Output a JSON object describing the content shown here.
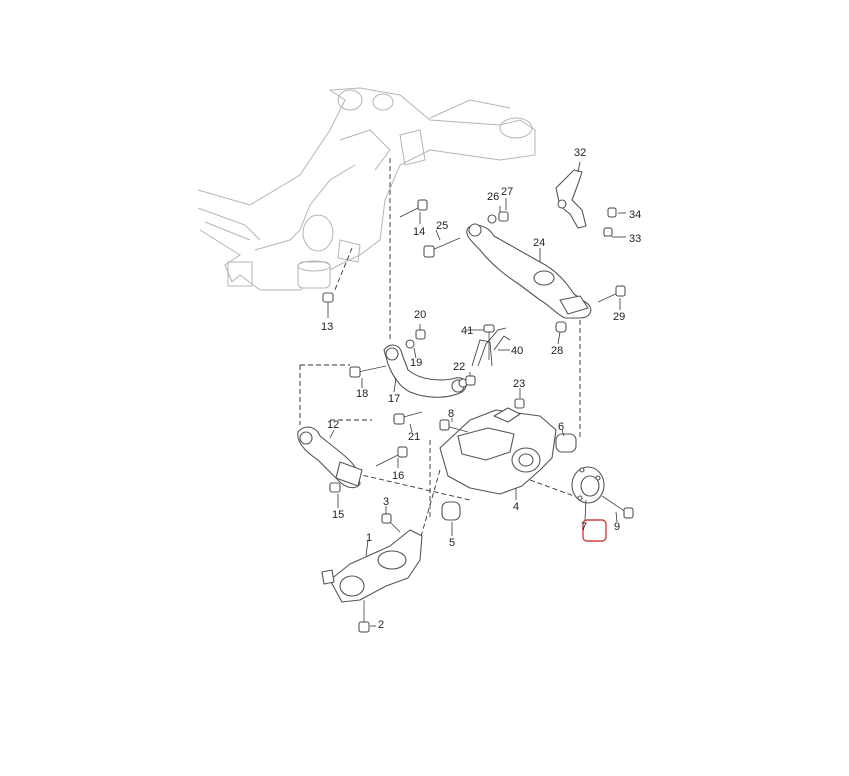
{
  "callouts": {
    "c1": "1",
    "c2": "2",
    "c3": "3",
    "c4": "4",
    "c5": "5",
    "c6": "6",
    "c7": "7",
    "c8": "8",
    "c9": "9",
    "c12": "12",
    "c13": "13",
    "c14": "14",
    "c15": "15",
    "c16": "16",
    "c17": "17",
    "c18": "18",
    "c19": "19",
    "c20": "20",
    "c21": "21",
    "c22": "22",
    "c23": "23",
    "c24": "24",
    "c25": "25",
    "c26": "26",
    "c27": "27",
    "c28": "28",
    "c29": "29",
    "c32": "32",
    "c33": "33",
    "c34": "34",
    "c40": "40",
    "c41": "41"
  },
  "highlight": {
    "part": "7",
    "color": "#d0403c"
  },
  "colors": {
    "line": "#444444",
    "faint_line": "#b5b5b5",
    "background": "#ffffff"
  }
}
